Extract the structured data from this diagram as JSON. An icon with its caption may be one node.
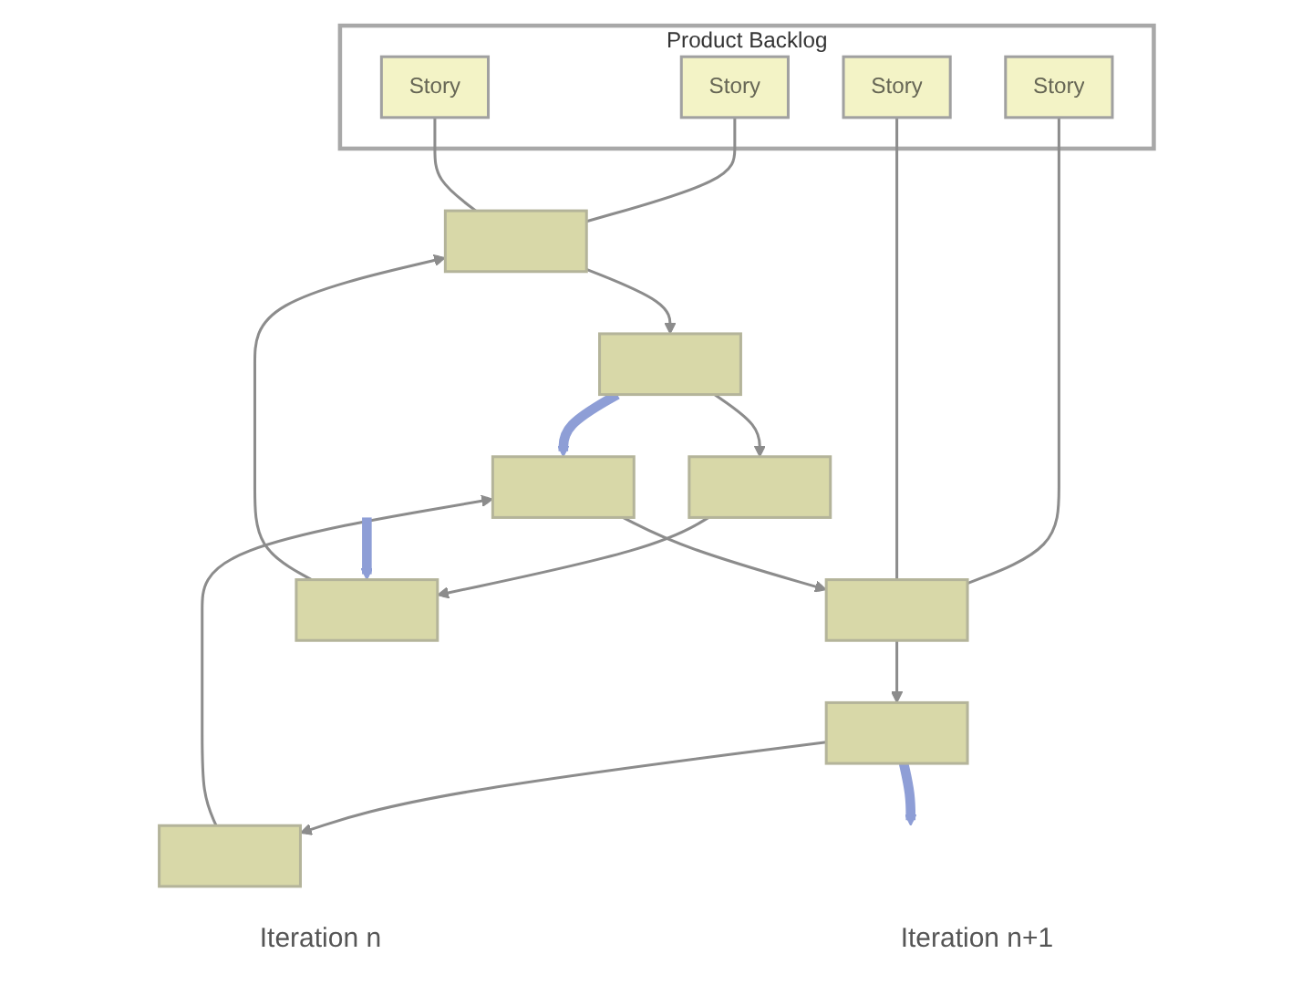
{
  "diagram": {
    "nodes": [
      {
        "text": [
          "Product Backlog"
        ]
      },
      {
        "text": [
          "Story"
        ],
        "in": 0
      },
      {
        "text": [
          "Story"
        ],
        "in": 0
      },
      {
        "text": [
          "Story"
        ],
        "in": 0
      },
      {
        "text": [
          "Story"
        ],
        "in": 0
      },
      {
        "text": [],
        "shape": "box"
      },
      {
        "text": [],
        "shape": "box"
      },
      {
        "text": [],
        "shape": "box"
      },
      {
        "text": [],
        "shape": "box"
      },
      {
        "text": [],
        "shape": "box"
      },
      {
        "text": [],
        "shape": "box"
      },
      {
        "text": [],
        "shape": "box"
      },
      {
        "text": [],
        "shape": "box"
      }
    ],
    "edges": [
      {
        "from": 1,
        "to": 5,
        "arrow": "none"
      },
      {
        "from": 2,
        "to": 5,
        "arrow": "none"
      },
      {
        "from": 3,
        "to": 6,
        "arrow": "none"
      },
      {
        "from": 4,
        "to": 6,
        "arrow": "none"
      },
      {
        "from": 5,
        "to": 8,
        "arrow": "to"
      },
      {
        "from": 8,
        "to": 11,
        "arrow": "to"
      },
      {
        "from": 11,
        "to": 7,
        "arrow": "to"
      },
      {
        "from": 7,
        "to": 5,
        "arrow": "to"
      },
      {
        "from": 6,
        "to": 10,
        "arrow": "to"
      },
      {
        "from": 10,
        "to": 12,
        "arrow": "to"
      },
      {
        "from": 12,
        "to": 9,
        "arrow": "to"
      },
      {
        "from": 9,
        "to": 6,
        "arrow": "to"
      },
      {
        "from": null,
        "to": 7,
        "arrow": "to",
        "style": "thick",
        "color": "#8e9ed6"
      },
      {
        "from": 8,
        "to": 9,
        "arrow": "to",
        "style": "thick",
        "color": "#8e9ed6"
      },
      {
        "from": 10,
        "to": null,
        "arrow": "to",
        "style": "thick",
        "color": "#8e9ed6"
      }
    ],
    "labels": [
      "Iteration n",
      "Iteration n+1"
    ]
  }
}
